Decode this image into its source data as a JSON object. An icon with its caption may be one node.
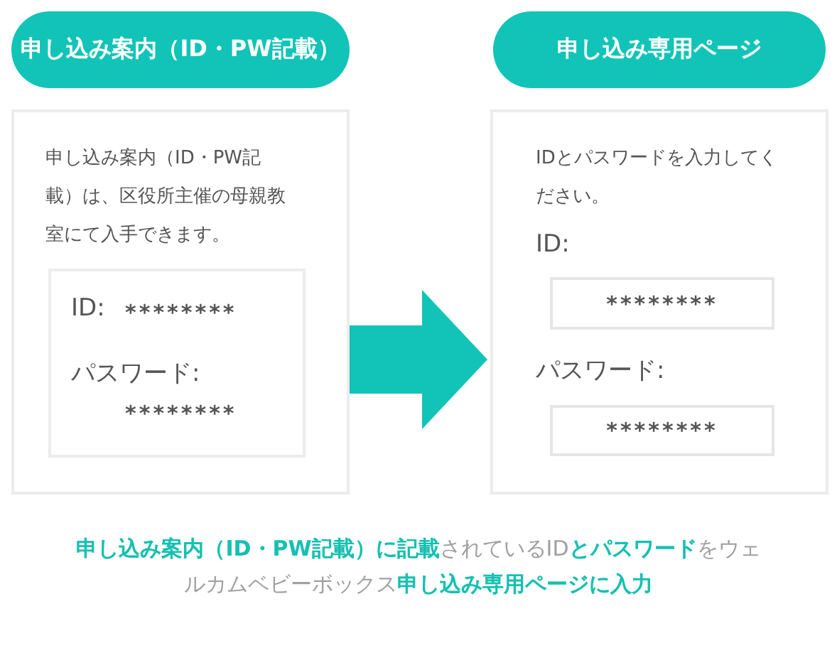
{
  "diagram": {
    "caption": "**申し込み案内（ID・PW記載）に記載**されているID**とパスワード**をウェルカムベビーボックス**申し込み専用ページに入力**",
    "nodes": [
      {
        "text": [
          "申し込み案内（ID・PW記載）"
        ]
      },
      {
        "text": [
          "申し込み案内（ID・PW記載）は、区役所主催の母親教室にて入手できます。"
        ]
      },
      {
        "text": [
          "ID:",
          "********",
          "パスワード:",
          "********"
        ],
        "in": 1
      },
      {
        "text": [
          "申し込み専用ページ"
        ]
      },
      {
        "text": [
          "IDとパスワードを入力してください。",
          "ID:",
          "パスワード:"
        ]
      },
      {
        "text": [
          "********"
        ],
        "in": 4
      },
      {
        "text": [
          "********"
        ],
        "in": 4
      }
    ],
    "edges": [
      {
        "from": 1,
        "to": 4,
        "arrow": "to"
      }
    ]
  }
}
